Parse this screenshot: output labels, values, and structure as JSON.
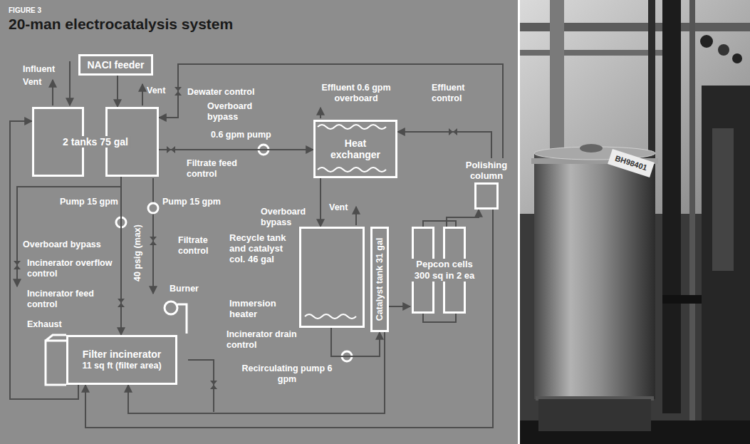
{
  "diagram": {
    "title": "20-man electrocatalysis system",
    "nodes": [
      {
        "text": [
          "NACI feeder"
        ]
      },
      {
        "text": [
          "2 tanks 75 gal"
        ]
      },
      {
        "text": [
          "Heat exchanger"
        ]
      },
      {
        "text": [
          "Polishing column"
        ]
      },
      {
        "text": [
          "Recycle tank and catalyst col. 46 gal",
          "Immersion heater"
        ]
      },
      {
        "text": [
          "Catalyst tank 31 gal"
        ]
      },
      {
        "text": [
          "Pepcon cells 300 sq in 2 ea"
        ]
      },
      {
        "text": [
          "Filter incinerator",
          "11 sq ft (filter area)"
        ]
      }
    ],
    "edges": [
      {
        "from": 0,
        "to": 1,
        "arrow": "to"
      },
      {
        "from": 1,
        "to": 7,
        "arrow": "to"
      },
      {
        "from": 7,
        "to": 1,
        "arrow": "to"
      },
      {
        "from": 1,
        "to": 2,
        "arrow": "to"
      },
      {
        "from": 2,
        "to": 4,
        "arrow": "to"
      },
      {
        "from": 3,
        "to": 2,
        "arrow": "to"
      },
      {
        "from": 3,
        "to": 1,
        "arrow": "to"
      },
      {
        "from": 6,
        "to": 3,
        "arrow": "to"
      },
      {
        "from": 5,
        "to": 6,
        "arrow": "to"
      },
      {
        "from": 4,
        "to": 5,
        "arrow": "to"
      },
      {
        "from": 3,
        "to": 7,
        "arrow": "to"
      },
      {
        "from": 5,
        "to": 7,
        "arrow": "to"
      }
    ],
    "labels": [
      "FIGURE 3",
      "Influent",
      "Vent",
      "Vent",
      "Dewater control",
      "Effluent 0.6 gpm overboard",
      "Effluent control",
      "Overboard bypass",
      "0.6 gpm pump",
      "Filtrate feed control",
      "Pump 15 gpm",
      "Pump 15 gpm",
      "Overboard bypass",
      "Vent",
      "Overboard bypass",
      "Filtrate control",
      "40 psig (max)",
      "Incinerator overflow control",
      "Burner",
      "Incinerator feed control",
      "Exhaust",
      "Incinerator drain control",
      "Recirculating pump 6 gpm",
      "BH98401"
    ]
  }
}
